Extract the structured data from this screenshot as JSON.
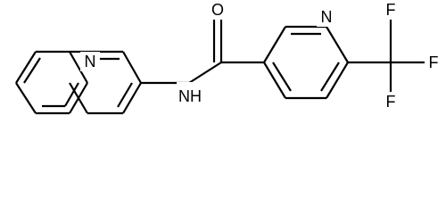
{
  "atoms": {
    "n_quinoline": "N",
    "nh": "NH",
    "o_carbonyl": "O",
    "n_pyridine": "N",
    "f_top": "F",
    "f_right": "F",
    "f_bottom": "F"
  }
}
